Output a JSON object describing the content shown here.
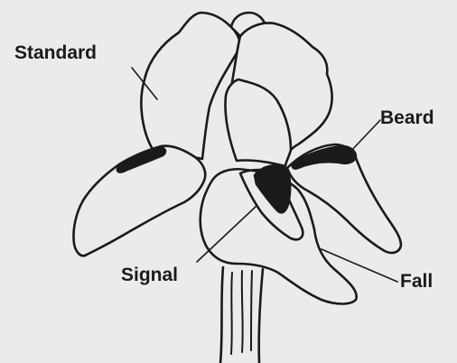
{
  "diagram": {
    "labels": {
      "standard": "Standard",
      "beard": "Beard",
      "signal": "Signal",
      "fall": "Fall"
    },
    "colors": {
      "background": "#ebebeb",
      "ink": "#1a1a1a",
      "petal_fill": "#ebebeb"
    }
  }
}
